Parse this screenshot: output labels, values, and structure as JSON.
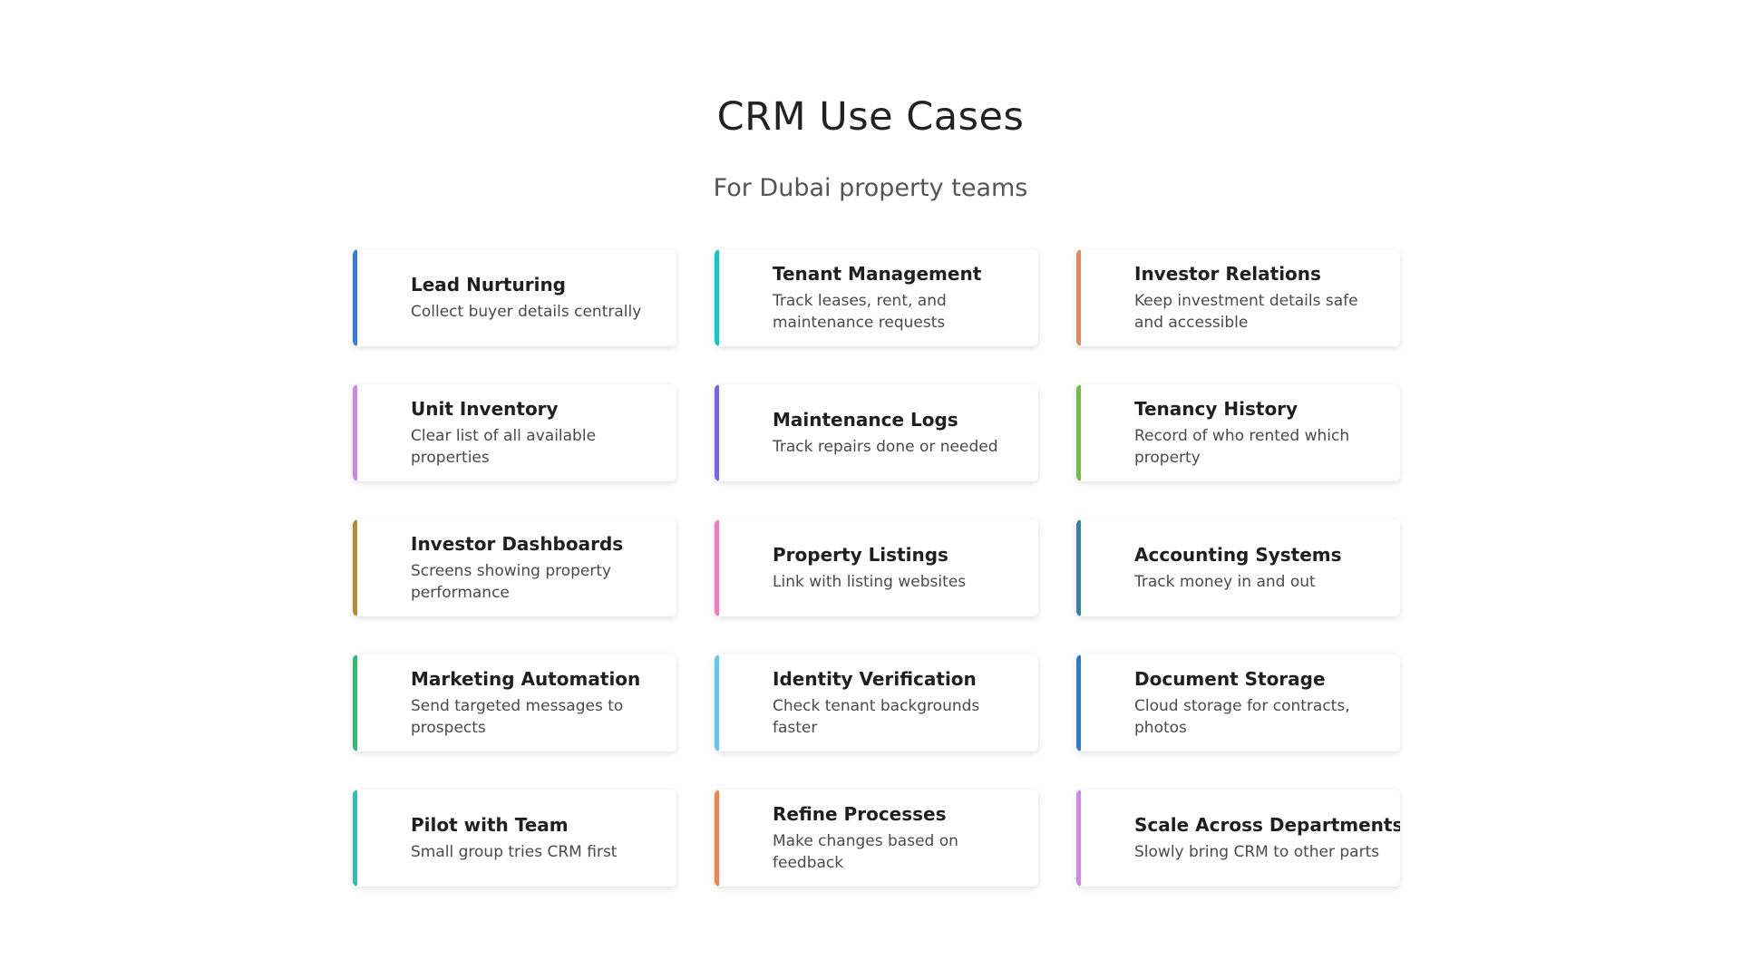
{
  "header": {
    "title": "CRM Use Cases",
    "subtitle": "For Dubai property teams"
  },
  "cards": [
    {
      "title": "Lead Nurturing",
      "desc": "Collect buyer details centrally",
      "color": "#2f7de6"
    },
    {
      "title": "Tenant Management",
      "desc": "Track leases, rent, and maintenance requests",
      "color": "#1cc3c0"
    },
    {
      "title": "Investor Relations",
      "desc": "Keep investment details safe and accessible",
      "color": "#ec8552"
    },
    {
      "title": "Unit Inventory",
      "desc": "Clear list of all available properties",
      "color": "#d283f2"
    },
    {
      "title": "Maintenance Logs",
      "desc": "Track repairs done or needed",
      "color": "#7a64ec"
    },
    {
      "title": "Tenancy History",
      "desc": "Record of who rented which property",
      "color": "#6cc23a"
    },
    {
      "title": "Investor Dashboards",
      "desc": "Screens showing property performance",
      "color": "#b98d24"
    },
    {
      "title": "Property Listings",
      "desc": "Link with listing websites",
      "color": "#ee7fb4"
    },
    {
      "title": "Accounting Systems",
      "desc": "Track money in and out",
      "color": "#2e86ab"
    },
    {
      "title": "Marketing Automation",
      "desc": "Send targeted messages to prospects",
      "color": "#20c46c"
    },
    {
      "title": "Identity Verification",
      "desc": "Check tenant backgrounds faster",
      "color": "#6ec2ee"
    },
    {
      "title": "Document Storage",
      "desc": "Cloud storage for contracts, photos",
      "color": "#1f7de0"
    },
    {
      "title": "Pilot with Team",
      "desc": "Small group tries CRM first",
      "color": "#1fc6c0"
    },
    {
      "title": "Refine Processes",
      "desc": "Make changes based on feedback",
      "color": "#ec8552"
    },
    {
      "title": "Scale Across Departments",
      "desc": "Slowly bring CRM to other parts",
      "color": "#d283f2"
    }
  ]
}
